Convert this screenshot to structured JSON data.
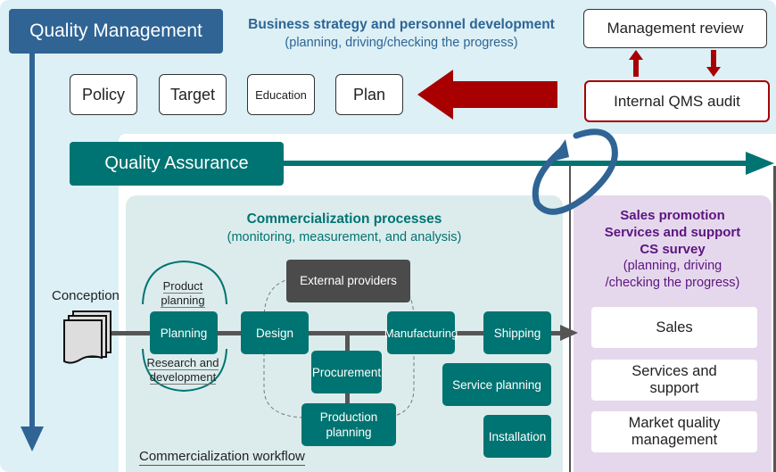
{
  "quality_management": {
    "title": "Quality Management",
    "strategy_title": "Business strategy and personnel development",
    "strategy_subtitle": "(planning, driving/checking the progress)",
    "items": [
      "Policy",
      "Target",
      "Education",
      "Plan"
    ],
    "management_review": "Management review",
    "internal_audit": "Internal QMS audit"
  },
  "quality_assurance": {
    "title": "Quality Assurance"
  },
  "commercialization": {
    "title": "Commercialization processes",
    "subtitle": "(monitoring, measurement, and analysis)",
    "conception": "Conception",
    "product_planning": "Product planning",
    "research_development": "Research and development",
    "external_providers": "External providers",
    "steps": {
      "planning": "Planning",
      "design": "Design",
      "manufacturing": "Manufacturing",
      "shipping": "Shipping",
      "procurement": "Procurement",
      "production_planning": "Production planning",
      "service_planning": "Service planning",
      "installation": "Installation"
    },
    "workflow_label": "Commercialization workflow"
  },
  "sales": {
    "title_lines": [
      "Sales promotion",
      "Services and support",
      "CS survey"
    ],
    "subtitle_lines": [
      "(planning, driving",
      "/checking  the progress)"
    ],
    "items": [
      "Sales",
      "Services and support",
      "Market quality management"
    ]
  },
  "colors": {
    "quality_management": "#2f6494",
    "quality_assurance": "#007472",
    "audit_red": "#a80000",
    "sales_purple": "#5a1680",
    "process_panel": "#dcecec",
    "sales_panel": "#e6d8ec"
  }
}
